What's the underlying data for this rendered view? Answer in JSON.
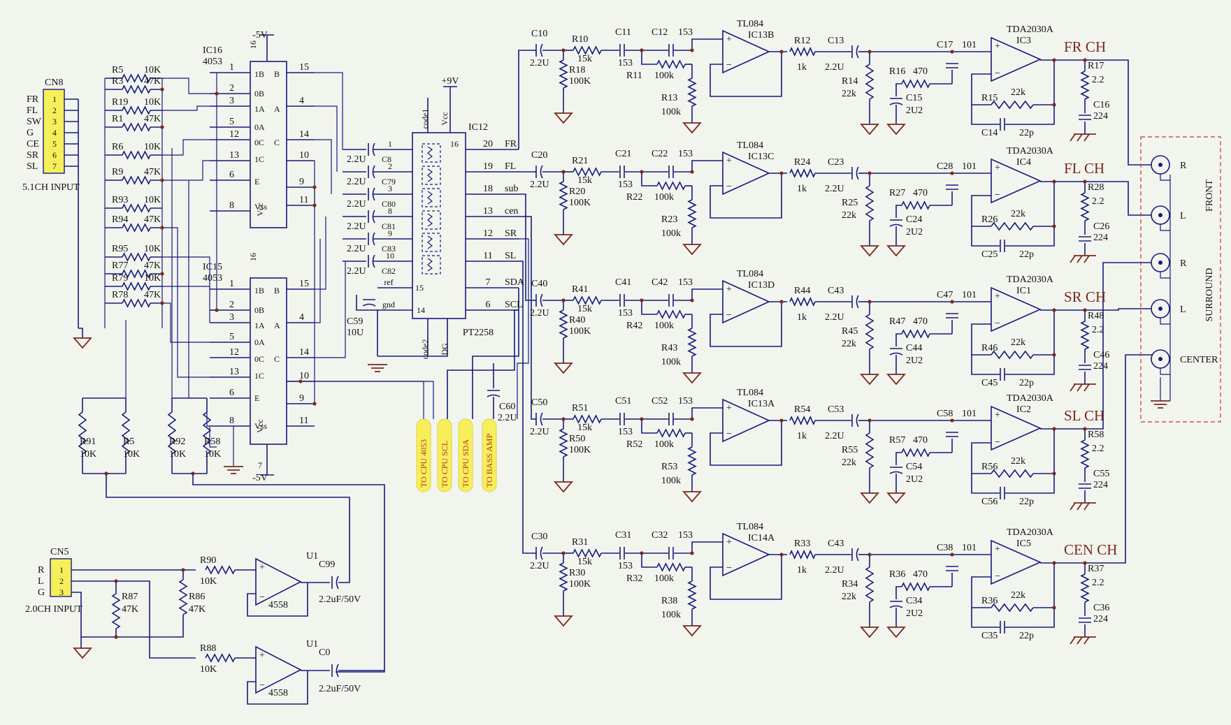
{
  "ic_labels": {
    "ic16_name": "IC16",
    "ic16_part": "4053",
    "ic15_name": "IC15",
    "ic15_part": "4053",
    "ic12_name": "IC12",
    "ic12_part": "PT2258",
    "u1_name": "U1",
    "u1_part": "4558",
    "minus5_top": "-5V",
    "minus5_bot": "-5V",
    "plus9": "+9V",
    "pin16_top": "16",
    "pin16_bot": "16",
    "pin7_bot": "7",
    "vcc_label": "Vcc",
    "code1": "code1",
    "code2": "code2",
    "dg": "DG",
    "ref": "ref",
    "gnd": "gnd"
  },
  "cn8": {
    "name": "CN8",
    "caption": "5.1CH INPUT",
    "signals": [
      "FR",
      "FL",
      "SW",
      "G",
      "CE",
      "SR",
      "SL"
    ],
    "pins": [
      "1",
      "2",
      "3",
      "4",
      "5",
      "6",
      "7"
    ]
  },
  "cn5": {
    "name": "CN5",
    "caption": "2.0CH INPUT",
    "signals": [
      "R",
      "L",
      "G"
    ],
    "pins": [
      "1",
      "2",
      "3"
    ]
  },
  "input_resistors": [
    {
      "name": "R5",
      "value": "10K"
    },
    {
      "name": "R3",
      "value": "47K"
    },
    {
      "name": "R19",
      "value": "10K"
    },
    {
      "name": "R1",
      "value": "47K"
    },
    {
      "name": "R6",
      "value": "10K"
    },
    {
      "name": "R9",
      "value": "47K"
    },
    {
      "name": "R93",
      "value": "10K"
    },
    {
      "name": "R94",
      "value": "47K"
    },
    {
      "name": "R95",
      "value": "10K"
    },
    {
      "name": "R77",
      "value": "47K"
    },
    {
      "name": "R79",
      "value": "10K"
    },
    {
      "name": "R78",
      "value": "47K"
    }
  ],
  "bias_resistors": [
    {
      "name": "R91",
      "value": "10K"
    },
    {
      "name": "R5",
      "value": "10K"
    },
    {
      "name": "R92",
      "value": "10K"
    },
    {
      "name": "R58",
      "value": "10K"
    }
  ],
  "ic16_pins_left": [
    "1",
    "2",
    "3",
    "5",
    "12",
    "13",
    "6",
    "8"
  ],
  "ic16_pins_right": [
    "15",
    "4",
    "14",
    "10",
    "9",
    "11"
  ],
  "ic16_inner": [
    "1B",
    "0B",
    "1A",
    "0A",
    "0C",
    "1C",
    "E",
    "Vss",
    "B",
    "A",
    "C",
    "Vcc"
  ],
  "ic15_pins_left": [
    "1",
    "2",
    "3",
    "5",
    "12",
    "13",
    "6",
    "8"
  ],
  "ic15_pins_right": [
    "15",
    "4",
    "14",
    "10",
    "9",
    "11"
  ],
  "pt2258_caps": [
    {
      "name": "C8",
      "value": "2.2U"
    },
    {
      "name": "C79",
      "value": "2.2U"
    },
    {
      "name": "C80",
      "value": "2.2U"
    },
    {
      "name": "C81",
      "value": "2.2U"
    },
    {
      "name": "C83",
      "value": "2.2U"
    },
    {
      "name": "C82",
      "value": "2.2U"
    }
  ],
  "pt2258_in_pins": [
    "1",
    "2",
    "3",
    "8",
    "9",
    "10"
  ],
  "pt2258_out": [
    {
      "pin": "20",
      "sig": "FR"
    },
    {
      "pin": "19",
      "sig": "FL"
    },
    {
      "pin": "18",
      "sig": "sub"
    },
    {
      "pin": "13",
      "sig": "cen"
    },
    {
      "pin": "12",
      "sig": "SR"
    },
    {
      "pin": "11",
      "sig": "SL"
    },
    {
      "pin": "7",
      "sig": "SDA"
    },
    {
      "pin": "6",
      "sig": "SCL"
    }
  ],
  "pt2258_misc": {
    "pin15": "15",
    "pin14": "14",
    "pin16": "16",
    "c59": "C59",
    "c59v": "10U"
  },
  "cpu_labels": [
    "TO CPU 4053",
    "TO CPU SCL",
    "TO CPU SDA",
    "TO BASS AMP"
  ],
  "c60": {
    "name": "C60",
    "value": "2.2U"
  },
  "channels": [
    {
      "ch": "FR CH",
      "cin": "C10",
      "cinv": "2.2U",
      "r1": "R10",
      "r1v": "15k",
      "r2": "R18",
      "r2v": "100K",
      "c2": "C11",
      "c2v": "153",
      "c3": "C12",
      "c3v": "153",
      "rf": "R11",
      "rfv": "100k",
      "rg": "R13",
      "rgv": "100k",
      "op": "TL084",
      "opn": "IC13B",
      "ro": "R12",
      "rov": "1k",
      "co": "C13",
      "cov": "2.2U",
      "rb": "R14",
      "rbv": "22k",
      "rs": "R16",
      "rsv": "470",
      "cs": "C15",
      "csv": "2U2",
      "cc": "C17",
      "ccv": "101",
      "amp": "TDA2030A",
      "ampn": "IC3",
      "rfb": "R15",
      "rfbv": "22k",
      "cfb": "C14",
      "cfbv": "22p",
      "rz": "R17",
      "rzv": "2.2",
      "cz": "C16",
      "czv": "224"
    },
    {
      "ch": "FL CH",
      "cin": "C20",
      "cinv": "2.2U",
      "r1": "R21",
      "r1v": "15k",
      "r2": "R20",
      "r2v": "100K",
      "c2": "C21",
      "c2v": "153",
      "c3": "C22",
      "c3v": "153",
      "rf": "R22",
      "rfv": "100k",
      "rg": "R23",
      "rgv": "100k",
      "op": "TL084",
      "opn": "IC13C",
      "ro": "R24",
      "rov": "1k",
      "co": "C23",
      "cov": "2.2U",
      "rb": "R25",
      "rbv": "22k",
      "rs": "R27",
      "rsv": "470",
      "cs": "C24",
      "csv": "2U2",
      "cc": "C28",
      "ccv": "101",
      "amp": "TDA2030A",
      "ampn": "IC4",
      "rfb": "R26",
      "rfbv": "22k",
      "cfb": "C25",
      "cfbv": "22p",
      "rz": "R28",
      "rzv": "2.2",
      "cz": "C26",
      "czv": "224"
    },
    {
      "ch": "SR CH",
      "cin": "C40",
      "cinv": "2.2U",
      "r1": "R41",
      "r1v": "15k",
      "r2": "R40",
      "r2v": "100K",
      "c2": "C41",
      "c2v": "153",
      "c3": "C42",
      "c3v": "153",
      "rf": "R42",
      "rfv": "100k",
      "rg": "R43",
      "rgv": "100k",
      "op": "TL084",
      "opn": "IC13D",
      "ro": "R44",
      "rov": "1k",
      "co": "C43",
      "cov": "2.2U",
      "rb": "R45",
      "rbv": "22k",
      "rs": "R47",
      "rsv": "470",
      "cs": "C44",
      "csv": "2U2",
      "cc": "C47",
      "ccv": "101",
      "amp": "TDA2030A",
      "ampn": "IC1",
      "rfb": "R46",
      "rfbv": "22k",
      "cfb": "C45",
      "cfbv": "22p",
      "rz": "R48",
      "rzv": "2.2",
      "cz": "C46",
      "czv": "224"
    },
    {
      "ch": "SL CH",
      "cin": "C50",
      "cinv": "2.2U",
      "r1": "R51",
      "r1v": "15k",
      "r2": "R50",
      "r2v": "100K",
      "c2": "C51",
      "c2v": "153",
      "c3": "C52",
      "c3v": "153",
      "rf": "R52",
      "rfv": "100k",
      "rg": "R53",
      "rgv": "100k",
      "op": "TL084",
      "opn": "IC13A",
      "ro": "R54",
      "rov": "1k",
      "co": "C53",
      "cov": "2.2U",
      "rb": "R55",
      "rbv": "22k",
      "rs": "R57",
      "rsv": "470",
      "cs": "C54",
      "csv": "2U2",
      "cc": "C58",
      "ccv": "101",
      "amp": "TDA2030A",
      "ampn": "IC2",
      "rfb": "R56",
      "rfbv": "22k",
      "cfb": "C56",
      "cfbv": "22p",
      "rz": "R58",
      "rzv": "2.2",
      "cz": "C55",
      "czv": "224"
    },
    {
      "ch": "CEN CH",
      "cin": "C30",
      "cinv": "2.2U",
      "r1": "R31",
      "r1v": "15k",
      "r2": "R30",
      "r2v": "100K",
      "c2": "C31",
      "c2v": "153",
      "c3": "C32",
      "c3v": "153",
      "rf": "R32",
      "rfv": "100k",
      "rg": "R38",
      "rgv": "100k",
      "op": "TL084",
      "opn": "IC14A",
      "ro": "R33",
      "rov": "1k",
      "co": "C43",
      "cov": "2.2U",
      "rb": "R34",
      "rbv": "22k",
      "rs": "R36",
      "rsv": "470",
      "cs": "C34",
      "csv": "2U2",
      "cc": "C38",
      "ccv": "101",
      "amp": "TDA2030A",
      "ampn": "IC5",
      "rfb": "R36",
      "rfbv": "22k",
      "cfb": "C35",
      "cfbv": "22p",
      "rz": "R37",
      "rzv": "2.2",
      "cz": "C36",
      "czv": "224"
    }
  ],
  "outputs": {
    "jacks": [
      "R",
      "L",
      "R",
      "L",
      "CENTER"
    ],
    "front": "FRONT",
    "surround": "SURROUND"
  },
  "two_ch": {
    "r90": "R90",
    "r90v": "10K",
    "r88": "R88",
    "r88v": "10K",
    "r87": "R87",
    "r87v": "47K",
    "r86": "R86",
    "r86v": "47K",
    "c99": "C99",
    "c99v": "2.2uF/50V",
    "c0": "C0",
    "c0v": "2.2uF/50V",
    "u1a": "U1",
    "u1b": "U1",
    "op_a": "4558",
    "op_b": "4558"
  }
}
